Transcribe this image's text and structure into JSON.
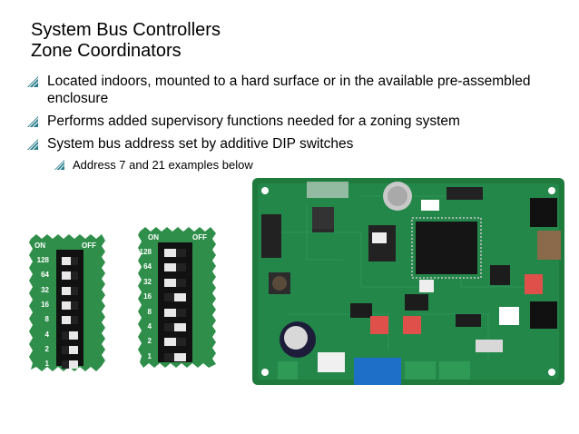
{
  "slide": {
    "title_line1": "System Bus Controllers",
    "title_line2": "Zone Coordinators",
    "accent_color": "#2a7d8c",
    "bullets": [
      "Located indoors, mounted to a hard surface or in the available pre-assembled enclosure",
      "Performs added supervisory functions needed for a zoning system",
      "System bus address set by additive DIP switches"
    ],
    "sub_bullet": "Address 7 and 21 examples below"
  },
  "dip_switches": [
    {
      "on_label": "ON",
      "off_label": "OFF",
      "values": [
        "128",
        "64",
        "32",
        "16",
        "8",
        "4",
        "2",
        "1"
      ],
      "states": [
        "off",
        "off",
        "off",
        "off",
        "off",
        "on",
        "on",
        "on"
      ]
    },
    {
      "on_label": "ON",
      "off_label": "OFF",
      "values": [
        "128",
        "64",
        "32",
        "16",
        "8",
        "4",
        "2",
        "1"
      ],
      "states": [
        "off",
        "off",
        "off",
        "on",
        "off",
        "on",
        "off",
        "on"
      ]
    }
  ],
  "colors": {
    "board_green": "#2f8f4a",
    "dip_black": "#111111",
    "switch_white": "#e8e8e8"
  }
}
